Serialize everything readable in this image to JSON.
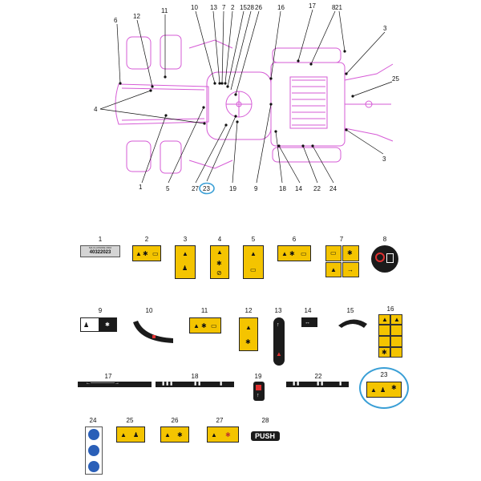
{
  "colors": {
    "callout_lines": "#111111",
    "tractor_outline": "#d65bd6",
    "warning_yellow": "#f4c400",
    "decal_black": "#1b1b1b",
    "highlight_ring": "#3a9fd6"
  },
  "diagram": {
    "callouts": [
      {
        "label": "6"
      },
      {
        "label": "12"
      },
      {
        "label": "11"
      },
      {
        "label": "10"
      },
      {
        "label": "13"
      },
      {
        "label": "7"
      },
      {
        "label": "2"
      },
      {
        "label": "15"
      },
      {
        "label": "28"
      },
      {
        "label": "26"
      },
      {
        "label": "16"
      },
      {
        "label": "17"
      },
      {
        "label": "8"
      },
      {
        "label": "21"
      },
      {
        "label": "3"
      },
      {
        "label": "25"
      },
      {
        "label": "4"
      },
      {
        "label": "3"
      },
      {
        "label": "1"
      },
      {
        "label": "5"
      },
      {
        "label": "27"
      },
      {
        "label": "23"
      },
      {
        "label": "19"
      },
      {
        "label": "9"
      },
      {
        "label": "18"
      },
      {
        "label": "14"
      },
      {
        "label": "22"
      },
      {
        "label": "24"
      }
    ]
  },
  "decals": [
    {
      "number": "1",
      "text_lines": [
        "MA CLASSIFIE 2002",
        "40322023"
      ]
    },
    {
      "number": "2"
    },
    {
      "number": "3"
    },
    {
      "number": "4"
    },
    {
      "number": "5"
    },
    {
      "number": "6"
    },
    {
      "number": "7"
    },
    {
      "number": "8"
    },
    {
      "number": "9"
    },
    {
      "number": "10"
    },
    {
      "number": "11"
    },
    {
      "number": "12"
    },
    {
      "number": "13"
    },
    {
      "number": "14"
    },
    {
      "number": "15"
    },
    {
      "number": "16"
    },
    {
      "number": "17"
    },
    {
      "number": "18"
    },
    {
      "number": "19"
    },
    {
      "number": "22"
    },
    {
      "number": "23"
    },
    {
      "number": "24"
    },
    {
      "number": "25"
    },
    {
      "number": "26"
    },
    {
      "number": "27"
    },
    {
      "number": "28",
      "text": "PUSH"
    }
  ],
  "icons": [
    "warning-triangle-icon",
    "manual-book-icon",
    "no-smoking-icon",
    "rotating-parts-icon",
    "person-icon",
    "arrow-icon"
  ]
}
